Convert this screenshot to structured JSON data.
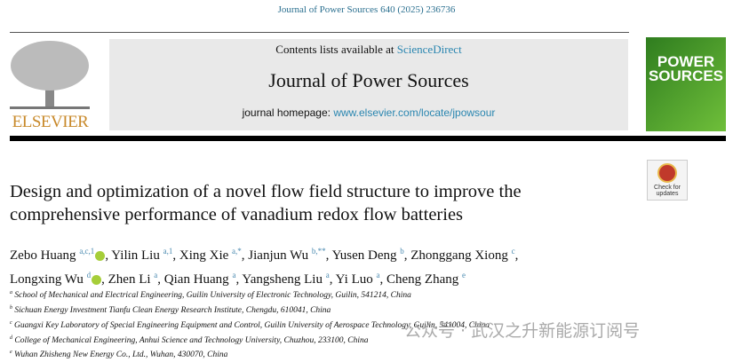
{
  "citation": "Journal of Power Sources 640 (2025) 236736",
  "publisher": "ELSEVIER",
  "contents_prefix": "Contents lists available at ",
  "contents_link": "ScienceDirect",
  "journal_title": "Journal of Power Sources",
  "homepage_prefix": "journal homepage: ",
  "homepage_link": "www.elsevier.com/locate/jpowsour",
  "cover": {
    "line1": "POWER",
    "line2": "SOURCES"
  },
  "check_updates": "Check for updates",
  "title_lines": [
    "Design and optimization of a novel flow field structure to improve the",
    "comprehensive performance of vanadium redox flow batteries"
  ],
  "authors": [
    {
      "name": "Zebo Huang",
      "sup": "a,c,1",
      "orcid": true
    },
    {
      "name": "Yilin Liu",
      "sup": "a,1"
    },
    {
      "name": "Xing Xie",
      "sup": "a,*"
    },
    {
      "name": "Jianjun Wu",
      "sup": "b,**"
    },
    {
      "name": "Yusen Deng",
      "sup": "b"
    },
    {
      "name": "Zhonggang Xiong",
      "sup": "c"
    },
    {
      "name": "Longxing Wu",
      "sup": "d",
      "orcid": true
    },
    {
      "name": "Zhen Li",
      "sup": "a"
    },
    {
      "name": "Qian Huang",
      "sup": "a"
    },
    {
      "name": "Yangsheng Liu",
      "sup": "a"
    },
    {
      "name": "Yi Luo",
      "sup": "a"
    },
    {
      "name": "Cheng Zhang",
      "sup": "e"
    }
  ],
  "affiliations": [
    {
      "key": "a",
      "text": "School of Mechanical and Electrical Engineering, Guilin University of Electronic Technology, Guilin, 541214, China"
    },
    {
      "key": "b",
      "text": "Sichuan Energy Investment Tianfu Clean Energy Research Institute, Chengdu, 610041, China"
    },
    {
      "key": "c",
      "text": "Guangxi Key Laboratory of Special Engineering Equipment and Control, Guilin University of Aerospace Technology, Guilin, 541004, China"
    },
    {
      "key": "d",
      "text": "College of Mechanical Engineering, Anhui Science and Technology University, Chuzhou, 233100, China"
    },
    {
      "key": "e",
      "text": "Wuhan Zhisheng New Energy Co., Ltd., Wuhan, 430070, China"
    }
  ],
  "watermark": "公众号 · 武汉之升新能源订阅号"
}
